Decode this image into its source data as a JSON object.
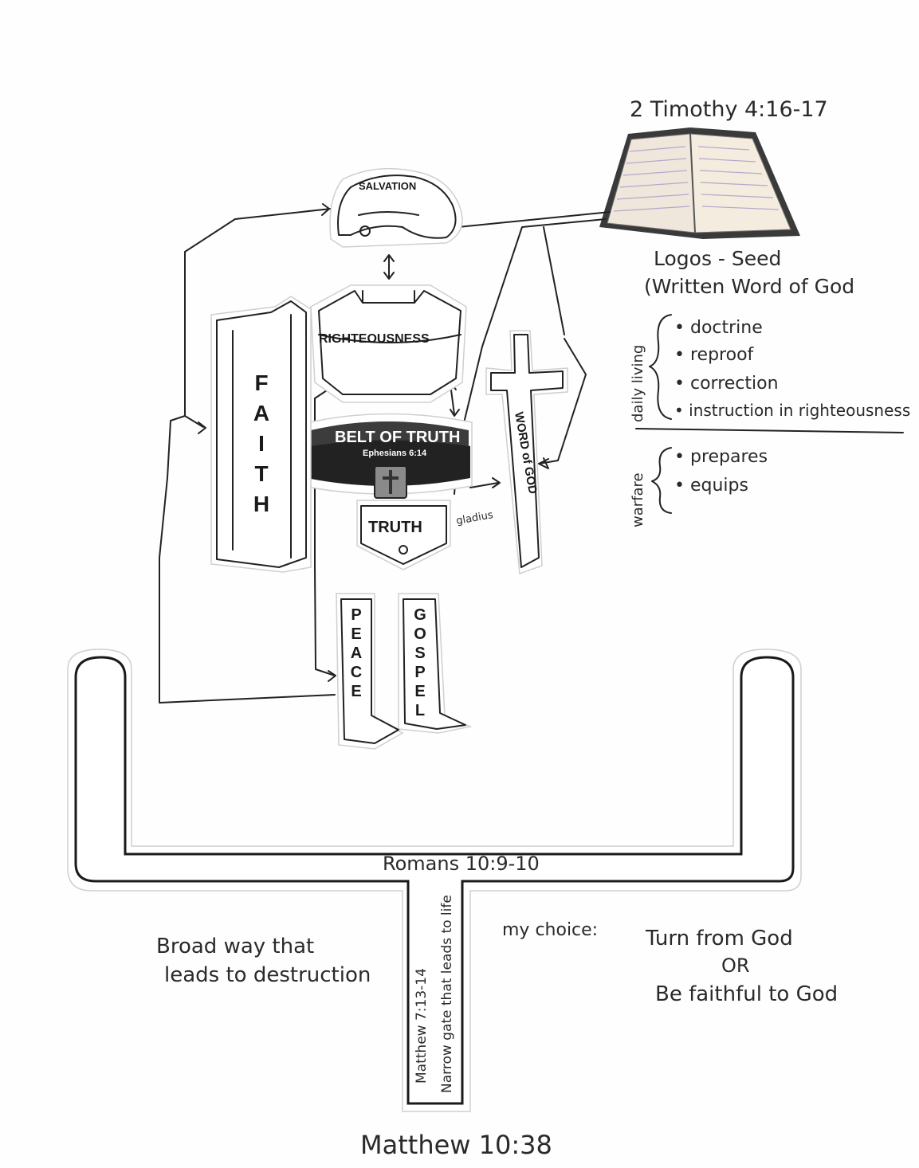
{
  "scriptures": {
    "timothy": "2 Timothy 4:16-17",
    "romans": "Romans 10:9-10",
    "matthew_7": "Matthew 7:13-14",
    "matthew_10": "Matthew 10:38",
    "ephesians": "Ephesians 6:14"
  },
  "bible_notes": {
    "line1": "Logos - Seed",
    "line2": "(Written Word of God"
  },
  "daily_living": {
    "label": "daily living",
    "items": [
      "doctrine",
      "reproof",
      "correction",
      "instruction in righteousness"
    ]
  },
  "warfare": {
    "label": "warfare",
    "items": [
      "prepares",
      "equips"
    ]
  },
  "armor": {
    "helmet": "SALVATION",
    "breastplate": "RIGHTEOUSNESS",
    "belt": "BELT OF TRUTH",
    "belt_plate": "TRUTH",
    "shield": [
      "F",
      "A",
      "I",
      "T",
      "H"
    ],
    "sword": "WORD of GOD",
    "sword_note": "gladius",
    "boot_left": [
      "P",
      "E",
      "A",
      "C",
      "E"
    ],
    "boot_right": [
      "G",
      "O",
      "S",
      "P",
      "E",
      "L"
    ]
  },
  "road": {
    "narrow_gate": "Narrow gate that leads to life",
    "broad_way_line1": "Broad way that",
    "broad_way_line2": "leads to destruction",
    "choice_label": "my choice:",
    "choice_option1": "Turn from God",
    "choice_or": "OR",
    "choice_option2": "Be faithful to God"
  }
}
